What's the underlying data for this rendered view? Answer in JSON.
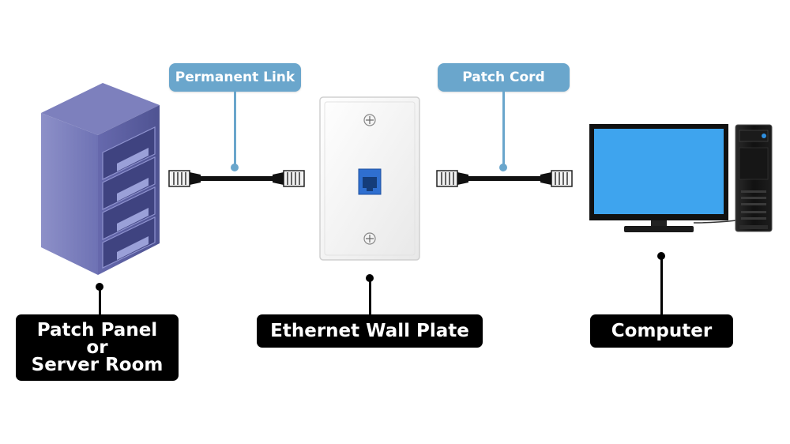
{
  "labels": {
    "permanent_link": "Permanent Link",
    "patch_cord": "Patch Cord"
  },
  "captions": {
    "server": {
      "line1": "Patch Panel",
      "line2": "or",
      "line3": "Server Room"
    },
    "wall_plate": "Ethernet Wall Plate",
    "computer": "Computer"
  },
  "colors": {
    "label_blue": "#6aa6cc",
    "server_purple": "#5b5fa0",
    "keystone_blue": "#2f6fd0",
    "screen_blue": "#3ea4ee",
    "caption_black": "#000000"
  },
  "icons": [
    "server-rack-icon",
    "ethernet-cable-icon",
    "wall-plate-icon",
    "rj45-keystone-icon",
    "monitor-icon",
    "pc-tower-icon",
    "screw-icon"
  ]
}
